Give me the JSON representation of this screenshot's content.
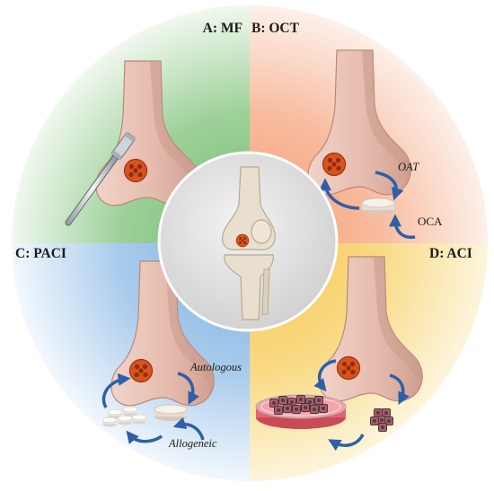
{
  "quadrants": {
    "a": {
      "label": "A: MF"
    },
    "b": {
      "label": "B: OCT",
      "annotations": {
        "oat": "OAT",
        "oca": "OCA"
      }
    },
    "c": {
      "label": "C: PACI",
      "annotations": {
        "autologous": "Autologous",
        "allogeneic": "Allogeneic"
      }
    },
    "d": {
      "label": "D: ACI"
    }
  },
  "icons": {
    "center": "knee-joint-icon",
    "bone": "femur-condyle-icon",
    "lesion": "cartilage-defect-icon",
    "hammer": "surgical-mallet-icon",
    "plug": "osteochondral-plug-icon",
    "dish": "petri-dish-icon",
    "cells": "cultured-chondrocyte-cells-icon"
  },
  "colors": {
    "mf_green": "#7cc47a",
    "oct_orange": "#f4a27e",
    "paci_blue": "#86b8e2",
    "aci_yellow": "#f7cf5e",
    "bone": "#e8c3b5",
    "bone_shadow": "#c99a8c",
    "lesion": "#d9531e",
    "arrow": "#2f5fa8",
    "center_disc": "#d6d6d6"
  }
}
